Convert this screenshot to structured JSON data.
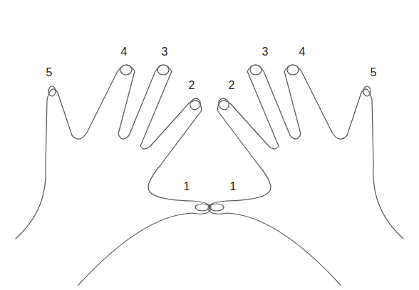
{
  "diagram": {
    "labels": [
      "5",
      "4",
      "3",
      "2",
      "1",
      "1",
      "2",
      "3",
      "4",
      "5"
    ]
  }
}
